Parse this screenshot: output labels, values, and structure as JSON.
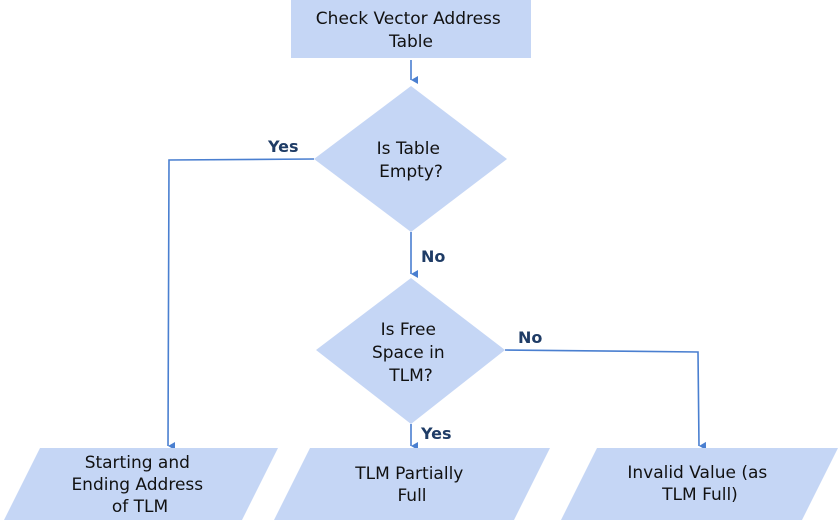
{
  "diagram": {
    "nodes": [
      {
        "id": "check_table",
        "shape": "rectangle",
        "lines": [
          "Check Vector Address",
          "Table"
        ]
      },
      {
        "id": "table_empty",
        "shape": "diamond",
        "lines": [
          "Is Table",
          "Empty?"
        ]
      },
      {
        "id": "free_space",
        "shape": "diamond",
        "lines": [
          "Is Free",
          "Space in",
          "TLM?"
        ]
      },
      {
        "id": "start_end_address",
        "shape": "parallelogram",
        "lines": [
          "Starting and",
          "Ending Address",
          "of TLM"
        ]
      },
      {
        "id": "tlm_partially_full",
        "shape": "parallelogram",
        "lines": [
          "TLM Partially",
          "Full"
        ]
      },
      {
        "id": "invalid_value",
        "shape": "parallelogram",
        "lines": [
          "Invalid Value (as",
          "TLM Full)"
        ]
      }
    ],
    "edges": [
      {
        "id": "check_to_empty",
        "from": "check_table",
        "to": "table_empty",
        "label": ""
      },
      {
        "id": "empty_yes",
        "from": "table_empty",
        "to": "start_end_address",
        "label": "Yes"
      },
      {
        "id": "empty_no",
        "from": "table_empty",
        "to": "free_space",
        "label": "No"
      },
      {
        "id": "space_yes",
        "from": "free_space",
        "to": "tlm_partially_full",
        "label": "Yes"
      },
      {
        "id": "space_no",
        "from": "free_space",
        "to": "invalid_value",
        "label": "No"
      }
    ],
    "colors": {
      "shape_fill": "#c5d6f5",
      "edge": "#4a7fd0",
      "edge_label": "#1f3c66",
      "text": "#111111"
    }
  }
}
